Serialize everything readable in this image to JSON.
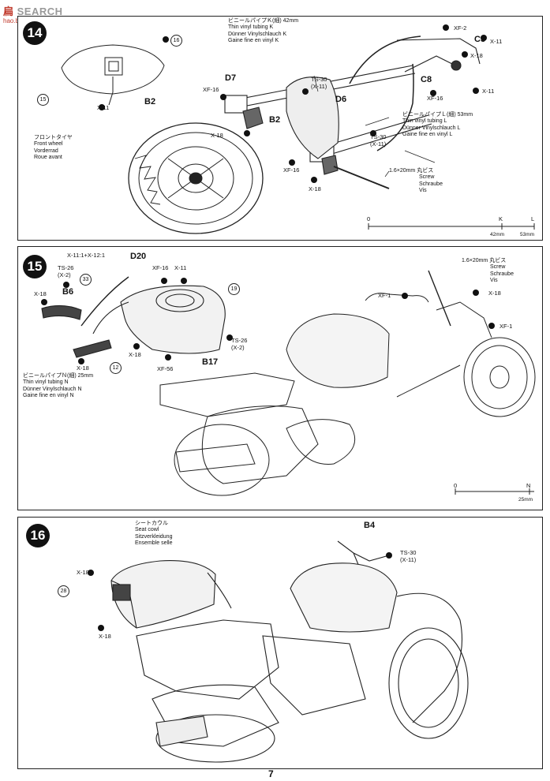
{
  "watermark": {
    "cn": "扁",
    "en": "SEARCH",
    "url": "hao.bbs.com"
  },
  "page_number": "7",
  "step14": {
    "number": "14",
    "tube_k_jp": "ビニールパイプＫ(細) 42mm",
    "tube_k_en": "Thin vinyl tubing K",
    "tube_k_de": "Dünner Vinylschlauch K",
    "tube_k_fr": "Gaine fine en vinyl K",
    "tube_l_jp": "ビニールパイプＬ(細) 53mm",
    "tube_l_en": "Thin vinyl tubing L",
    "tube_l_de": "Dünner Vinylschlauch L",
    "tube_l_fr": "Gaine fine en vinyl L",
    "front_wheel_jp": "フロントタイヤ",
    "front_wheel_en": "Front wheel",
    "front_wheel_de": "Vorderrad",
    "front_wheel_fr": "Roue avant",
    "screw_jp": "1.6×20mm 丸ビス",
    "screw_en": "Screw",
    "screw_de": "Schraube",
    "screw_fr": "Vis",
    "parts": {
      "d7": "D7",
      "d6": "D6",
      "b2a": "B2",
      "b2b": "B2",
      "c3": "C3",
      "c8": "C8"
    },
    "paints": {
      "xf2": "XF-2",
      "x11a": "X-11",
      "x18a": "X-18",
      "x11b": "X-11",
      "xf16a": "XF-16",
      "xf16b": "XF-16",
      "x18b": "X-18",
      "ts30a": "TS-30",
      "ts30a_sub": "(X-11)",
      "ts30b": "TS-30",
      "ts30b_sub": "(X-11)",
      "xf16c": "XF-16",
      "x18c": "X-18",
      "x11c": "X-11"
    },
    "callouts": {
      "c16": "16",
      "c15": "15"
    },
    "scale": {
      "zero": "0",
      "k": "K",
      "l": "L",
      "k_len": "42mm",
      "l_len": "53mm"
    }
  },
  "step15": {
    "number": "15",
    "ratio": "X-11:1+X-12:1",
    "tube_n_jp": "ビニールパイプＮ(細) 25mm",
    "tube_n_en": "Thin vinyl tubing N",
    "tube_n_de": "Dünner Vinylschlauch N",
    "tube_n_fr": "Gaine fine en vinyl N",
    "screw_jp": "1.6×20mm 丸ビス",
    "screw_en": "Screw",
    "screw_de": "Schraube",
    "screw_fr": "Vis",
    "parts": {
      "d20": "D20",
      "b6": "B6",
      "b17": "B17"
    },
    "paints": {
      "ts26a": "TS-26",
      "ts26a_sub": "(X-2)",
      "x18a": "X-18",
      "xf16": "XF-16",
      "x11": "X-11",
      "x18b": "X-18",
      "x18c": "X-18",
      "xf56": "XF-56",
      "ts26b": "TS-26",
      "ts26b_sub": "(X-2)",
      "xf1a": "XF-1",
      "x18d": "X-18",
      "xf1b": "XF-1"
    },
    "callouts": {
      "c33": "33",
      "c19": "19",
      "c12": "12"
    },
    "scale": {
      "zero": "0",
      "n": "N",
      "n_len": "25mm"
    }
  },
  "step16": {
    "number": "16",
    "seat_jp": "シートカウル",
    "seat_en": "Seat cowl",
    "seat_de": "Sitzverkleidung",
    "seat_fr": "Ensemble selle",
    "parts": {
      "b4": "B4"
    },
    "paints": {
      "x18a": "X-18",
      "x18b": "X-18",
      "ts30": "TS-30",
      "ts30_sub": "(X-11)"
    },
    "callouts": {
      "c28": "28"
    }
  }
}
